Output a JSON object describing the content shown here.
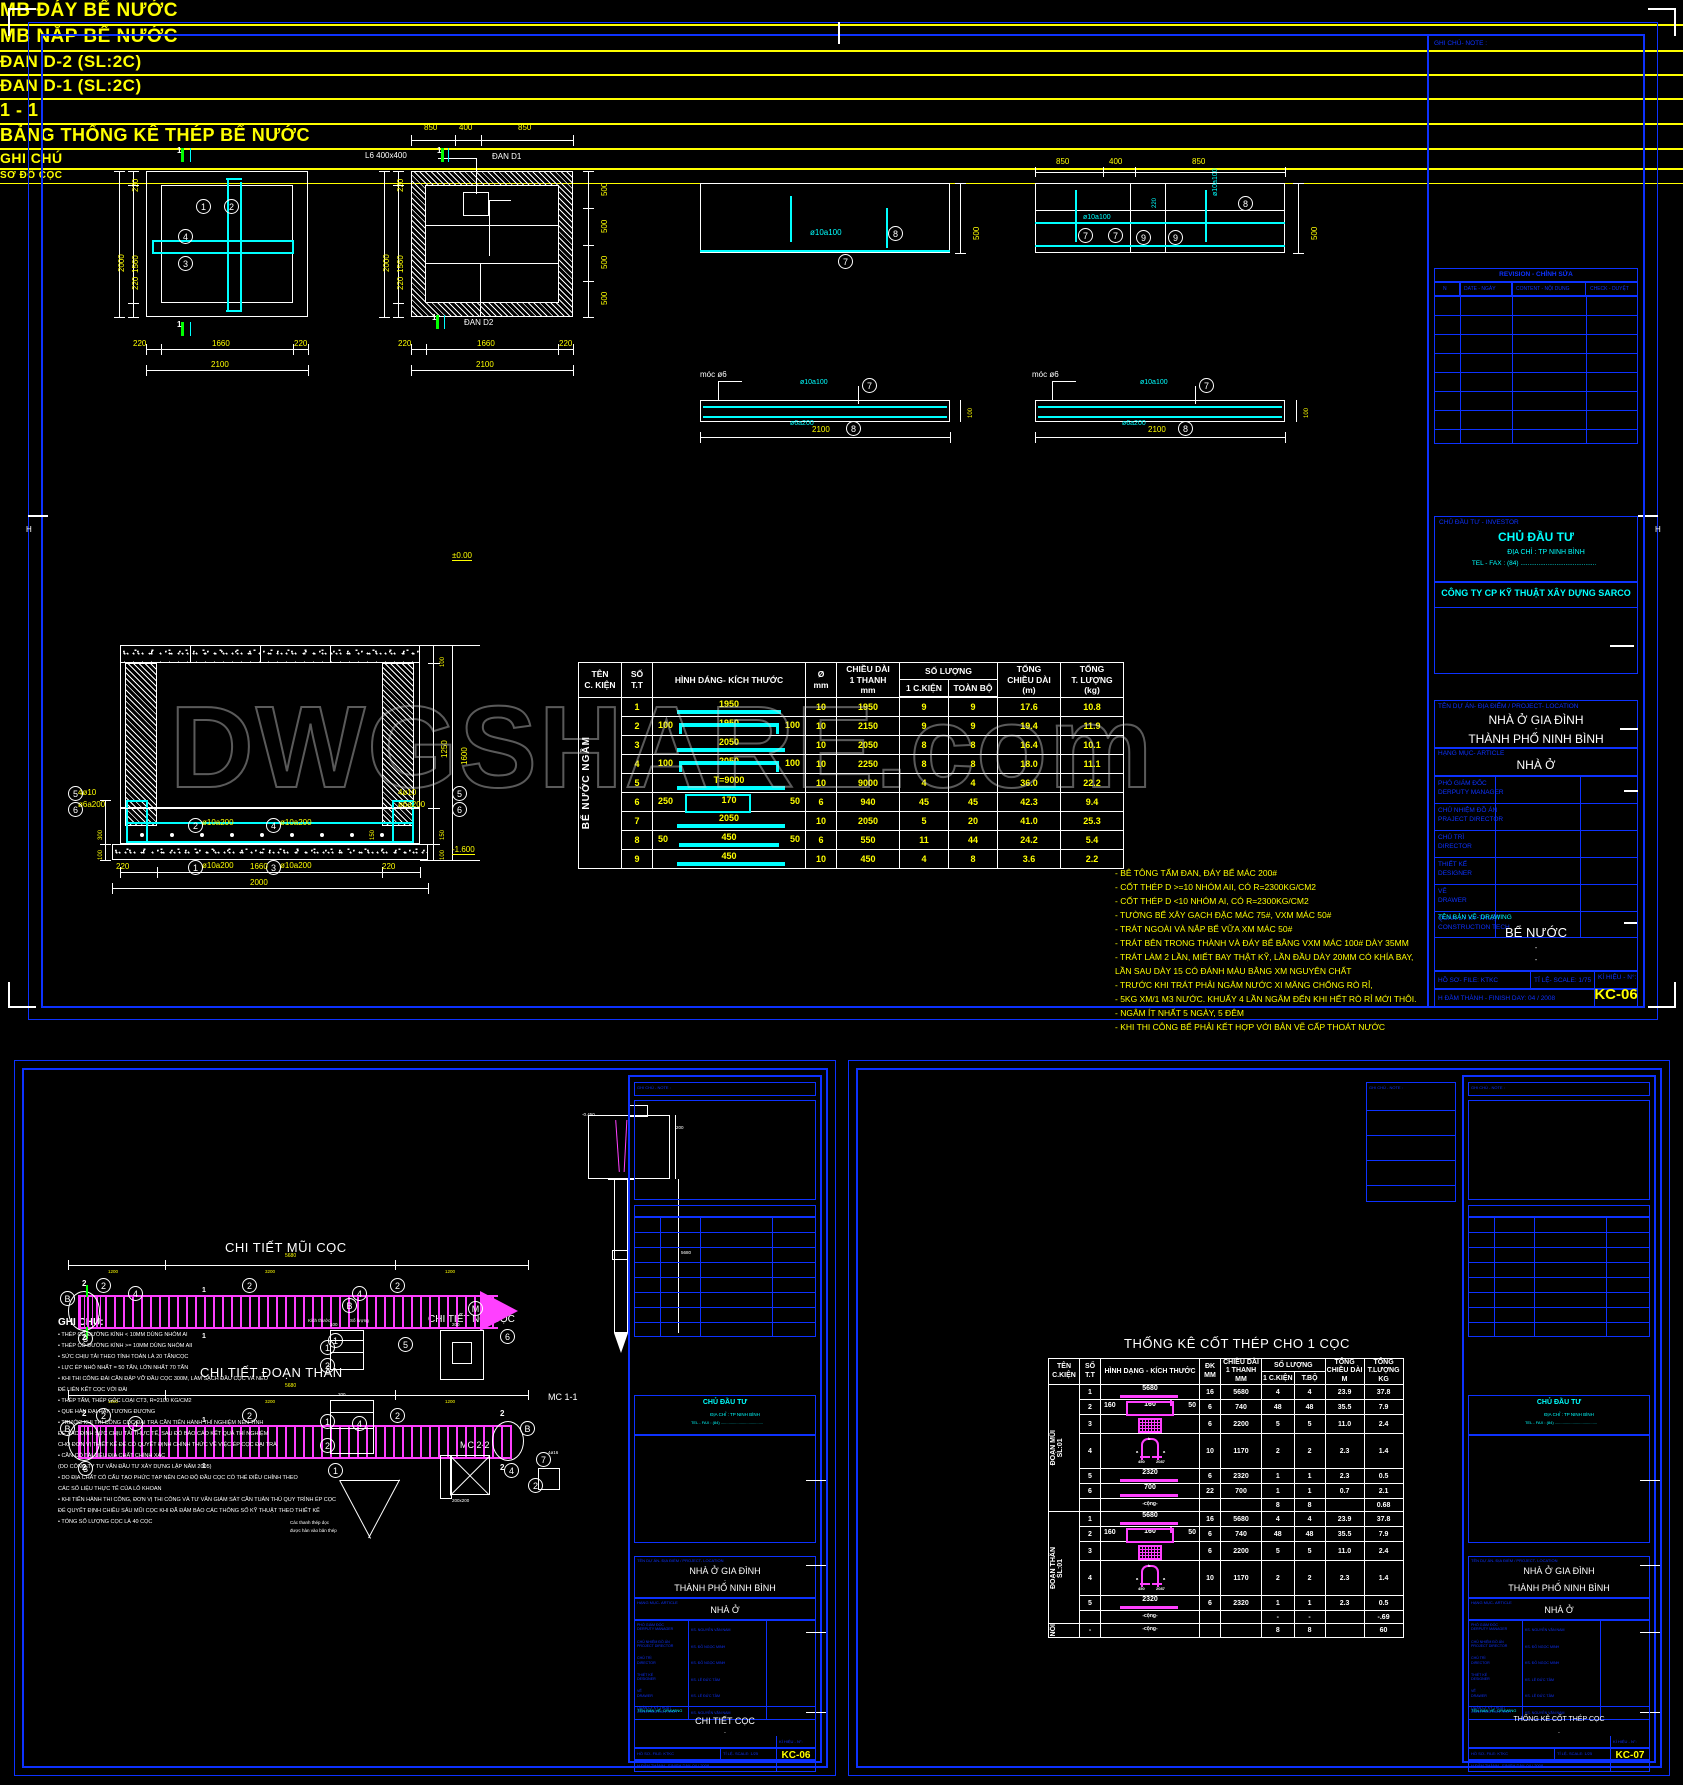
{
  "sheet": {
    "bg_color": "#000000",
    "frame_color": "#0d32ff",
    "accent_yellow": "#ffff00",
    "accent_cyan": "#00ffff",
    "accent_magenta": "#ff40ff",
    "watermark_top": "DWGSHARE",
    "watermark_bottom": ".com",
    "watermark_mid": "DWGSHARE.com"
  },
  "top_sheet": {
    "views": [
      {
        "title": "MB ÐÁY BỂ NƯỚC"
      },
      {
        "title": "MB NẮP BỂ NƯỚC"
      },
      {
        "title": "ÐAN D-2 (SL:2C)"
      },
      {
        "title": "ÐAN D-1 (SL:2C)"
      }
    ],
    "section_title": "1 - 1",
    "plan_dims": {
      "overall": "2100",
      "inner": "1660",
      "edge": "220",
      "height_overall": "2000",
      "height_inner": "1560",
      "top_850_a": "850",
      "top_400": "400",
      "top_850_b": "850",
      "side_500": "500",
      "lid_label": "L6  400x400",
      "dan_d1": "ÐAN D1",
      "dan_d2": "ÐAN D2"
    },
    "panel_dims": {
      "bar_label": "ø10a100",
      "bar_label2": "ø6a200",
      "hook": "móc  ø6",
      "len": "2100",
      "thk": "500",
      "thk2": "100"
    },
    "section_dims": {
      "level_top": "±0.00",
      "level_bot": "-1.600",
      "h_1250": "1250",
      "h_1600": "1600",
      "h_150": "150",
      "h_100": "100",
      "h_300": "300",
      "w_2000": "2000",
      "w_1660": "1660",
      "w_220": "220",
      "rebar_a": "4ø10",
      "rebar_b": "ø6a200",
      "rebar_c": "ø10a200"
    },
    "table": {
      "title": "BẢNG THỐNG KÊ THÉP BỂ NƯỚC",
      "row_group": "BỂ NƯỚC NGẦM",
      "headers": {
        "name": "TÊN\nC. KIỆN",
        "stt": "SỐ\nT.T",
        "shape": "HÌNH DÁNG- KÍCH THƯỚC",
        "dia": "Ø\nmm",
        "len": "CHIỀU DÀI\n1 THANH\nmm",
        "qty": "SỐ LƯỢNG",
        "qty_1": "1 C.KIỆN",
        "qty_all": "TOÀN BỘ",
        "tot_len": "TỔNG\nCHIỀU DÀI\n(m)",
        "tot_w": "TỔNG\nT. LƯỢNG\n(kg)"
      },
      "rows": [
        {
          "stt": "1",
          "shape_main": "1950",
          "shape_l": "",
          "shape_r": "",
          "dia": "10",
          "len": "1950",
          "q1": "9",
          "qa": "9",
          "tl": "17.6",
          "tw": "10.8"
        },
        {
          "stt": "2",
          "shape_main": "1950",
          "shape_l": "100",
          "shape_r": "100",
          "dia": "10",
          "len": "2150",
          "q1": "9",
          "qa": "9",
          "tl": "19.4",
          "tw": "11.9"
        },
        {
          "stt": "3",
          "shape_main": "2050",
          "shape_l": "",
          "shape_r": "",
          "dia": "10",
          "len": "2050",
          "q1": "8",
          "qa": "8",
          "tl": "16.4",
          "tw": "10.1"
        },
        {
          "stt": "4",
          "shape_main": "2050",
          "shape_l": "100",
          "shape_r": "100",
          "dia": "10",
          "len": "2250",
          "q1": "8",
          "qa": "8",
          "tl": "18.0",
          "tw": "11.1"
        },
        {
          "stt": "5",
          "shape_main": "T=9000",
          "shape_l": "",
          "shape_r": "",
          "dia": "10",
          "len": "9000",
          "q1": "4",
          "qa": "4",
          "tl": "36.0",
          "tw": "22.2"
        },
        {
          "stt": "6",
          "shape_main": "170",
          "shape_l": "250",
          "shape_r": "50",
          "dia": "6",
          "len": "940",
          "q1": "45",
          "qa": "45",
          "tl": "42.3",
          "tw": "9.4"
        },
        {
          "stt": "7",
          "shape_main": "2050",
          "shape_l": "",
          "shape_r": "",
          "dia": "10",
          "len": "2050",
          "q1": "5",
          "qa": "20",
          "tl": "41.0",
          "tw": "25.3"
        },
        {
          "stt": "8",
          "shape_main": "450",
          "shape_l": "50",
          "shape_r": "50",
          "dia": "6",
          "len": "550",
          "q1": "11",
          "qa": "44",
          "tl": "24.2",
          "tw": "5.4"
        },
        {
          "stt": "9",
          "shape_main": "450",
          "shape_l": "",
          "shape_r": "",
          "dia": "10",
          "len": "450",
          "q1": "4",
          "qa": "8",
          "tl": "3.6",
          "tw": "2.2"
        }
      ]
    },
    "notes": {
      "title": "GHI CHÚ",
      "lines": [
        "-  BÊ TÔNG TẤM ÐAN, ÐÁY BỂ MÁC 200#",
        "-  CỐT THÉP D >=10 NHÓM AII, CÓ R=2300KG/CM2",
        "-  CỐT THÉP D <10 NHÓM AI, CÓ R=2300KG/CM2",
        "-  TƯỜNG BỂ XÂY GẠCH ÐẶC MÁC 75#, VXM MÁC 50#",
        "-  TRÁT NGOÀI VÀ NẮP BỂ VỮA XM MÁC 50#",
        "-  TRÁT BÊN TRONG THÀNH VÀ ÐÁY BỂ BẰNG VXM MÁC 100# DÀY 35MM",
        "-  TRÁT LÀM 2 LẦN, MIẾT BAY THẬT KỸ, LẦN ÐẦU DÀY 20MM CÓ KHÍA BAY,",
        "   LẦN SAU DÀY 15 CÓ ÐÁNH MÀU BẰNG XM NGUYÊN CHẤT",
        "-  TRƯỚC KHI TRÁT PHẢI NGÂM NƯỚC XI MĂNG CHỐNG RÒ RỈ,",
        "-  5KG XM/1 M3 NƯỚC. KHUẤY 4 LẦN NGÂM ÐẾN KHI HẾT RÒ RỈ MỚI THÔI.",
        "-   NGÂM ÍT NHẤT 5 NGÀY, 5 ÐÊM",
        "- KHI THI CÔNG BỂ PHẢI KẾT HỢP VỚI BẢN VẼ CẤP THOÁT NƯỚC"
      ]
    },
    "title_block": {
      "note_label": "GHI CHÚ- NOTE :",
      "rev_header": "REVISION - CHỈNH SỬA",
      "rev_cols": [
        "N",
        "DATE - NGÀY",
        "CONTENT - NỘI DUNG DUYỆT",
        "CHECK - DUYỆT"
      ],
      "investor_label": "CHỦ ÐẦU TƯ - INVESTOR",
      "investor_name": "CHỦ ÐẦU TƯ",
      "investor_addr": "ÐỊA CHỈ : TP NINH BÌNH",
      "investor_tel": "TEL - FAX : (84) ..........................................",
      "company": "CÔNG TY CP KỸ THUẬT XÂY DỰNG SARCO",
      "project_label": "TÊN DỰ ÁN- ÐỊA ÐIỂM / PROJECT- LOCATION",
      "project_l1": "NHÀ Ở GIA ÐÌNH",
      "project_sep": "-",
      "project_l2": "THÀNH PHỐ NINH BÌNH",
      "article_label": "HẠNG MỤC- ARTICLE",
      "article_value": "NHÀ Ở",
      "roles": [
        "PHÓ GIÁM ÐỐC\nDERPUTY MANAGER",
        "CHỦ NHIỆM ÐỒ ÁN\nPRAJECT DIRECTOR",
        "CHỦ TRÌ\nDIRECTOR",
        "THIẾT KẾ\nDESIGNER",
        "VẼ\nDRAWER",
        "QUẢN LÝ KỸ THUẬT\nCONSTRUCTION TECH"
      ],
      "drawing_label": "TÊN BẢN VẼ- DRAWING",
      "drawing_name": "BỂ NƯỚC",
      "drawing_sep1": "-",
      "drawing_sep2": "-",
      "file_label": "HỒ SƠ- FILE: KTKC",
      "scale_label": "TỈ LỆ- SCALE: 1/75",
      "sym_label": "KÍ HIỆU - N°:",
      "sheet_no": "KC-06",
      "date_label": "H ÐẦM THÀNH - FINISH DAY: 04 / 2008"
    }
  },
  "bottom_left_sheet": {
    "titles": {
      "tip": "CHI  TIẾT  MŨI  CỌC",
      "body": "CHI  TIẾT  ÐOẠN  THÂN",
      "diagram": "SƠ ÐỒ CỌC",
      "joint": "CHI TIẾT NỐI CỌC",
      "mc11": "MC 1-1",
      "mc22": "MC 2-2",
      "notes": "GHI CHÚ:"
    },
    "notes_lines": [
      "• THÉP CÓ ÐƯỜNG KÍNH < 10MM DÙNG NHÓM AI",
      "• THÉP CÓ ÐƯỜNG KÍNH >= 10MM DÙNG NHÓM AII",
      "• SỨC CHỊU TẢI THEO TÍNH TOÁN LÀ 20 TẤN/CỌC",
      "• LỰC ÉP NHỎ NHẤT = 50 TẤN, LỚN NHẤT 70 TẤN",
      "• KHI THI CÔNG ÐÀI CẦN ÐẬP VỠ ÐẦU CỌC 300M, LÀM SẠCH ÐẦU CỌC VÀ NEO",
      "   ÐỂ LIÊN KẾT CỌC VỚI ÐÀI",
      "• THÉP TẤM, THÉP GÓC LOẠI CT3, R=2100 KG/CM2",
      "• QUE HÀN ÐẠI HAY TƯƠNG ÐƯƠNG",
      "• TRƯỚC KHI THI CÔNG CỌC ÐẠI TRÀ CẦN TIẾN HÀNH THÍ NGHIỆM NÉN TĨNH",
      "   ÐỂ XÁC ÐỊNH SỨC CHỊU TẢI THỰC TẾ, SAU ÐÓ BÁO CÁO KẾT QUẢ THÍ NGHIỆM",
      "   CHO ÐƠN VỊ THIẾT KẾ ÐỂ CÓ QUYẾT ÐỊNH CHÍNH THỨC VỀ VIỆC ÉP CỌC ÐẠI TRÀ",
      "• CẦN CÓ TÀI LIỆU ÐỊA CHẤT CHÍNH XÁC",
      "   (DO CÔNG TY TƯ VẤN ÐẦU TƯ XÂY DỰNG LẬP NĂM 2005)",
      "• DO ÐỊA CHẤT CÓ CẤU TẠO PHỨC TẠP NÊN CAO ÐỘ ÐẦU CỌC CÓ THỂ ÐIỀU CHỈNH THEO",
      "   CÁC SỐ LIỆU THỰC TẾ CỦA LỖ KHOAN",
      "• KHI TIẾN HÀNH THI CÔNG, ÐƠN VỊ THI CÔNG VÀ TƯ VẤN GIÁM SÁT CẦN TUÂN THỦ QUY TRÌNH ÉP CỌC",
      "   ÐỂ QUYẾT ÐỊNH CHIỀU SÂU MŨI CỌC KHI ÐÃ ÐẢM BẢO CÁC THÔNG SỐ KỸ THUẬT THEO THIẾT KẾ",
      "• TỔNG SỐ LƯỢNG CỌC LÀ 40 CỌC"
    ],
    "title_block": {
      "investor_name": "CHỦ ÐẦU TƯ",
      "investor_addr": "ÐỊA CHỈ : TP NINH BÌNH",
      "investor_tel": "TEL - FAX : (84) ......................................",
      "project_l1": "NHÀ Ở GIA ÐÌNH",
      "project_l2": "THÀNH PHỐ NINH BÌNH",
      "article_value": "NHÀ Ở",
      "drawing_name": "CHI TIẾT CỌC",
      "sheet_no": "KC-06",
      "roles": [
        [
          "PHÓ GIÁM ÐỐC\nDERPUTY MANAGER",
          "KS. NGUYỄN VĂN NAM"
        ],
        [
          "CHỦ NHIỆM ÐỒ ÁN\nPROJECT DIRECTOR",
          "KS. ÐỖ NGỌC MINH"
        ],
        [
          "CHỦ TRÌ\nDIRECTOR",
          "KS. ÐỖ NGỌC MINH"
        ],
        [
          "THIẾT KẾ\nDESIGNER",
          "KS. LÊ ÐỨC TÂM"
        ],
        [
          "VẼ\nDRAWER",
          "KS. LÊ ÐỨC TÂM"
        ],
        [
          "QUẢN LÝ KỸ THUẬT\nCONSTRUCTION TECH",
          "KS. NGUYỄN VĂN NAM"
        ]
      ]
    }
  },
  "bottom_right_sheet": {
    "table": {
      "title": "THỐNG KÊ CỐT THÉP CHO 1 CỌC",
      "headers": {
        "name": "TÊN\nC.KIỆN",
        "stt": "SỐ\nT.T",
        "shape": "HÌNH DẠNG - KÍCH THƯỚC",
        "dia": "ÐK\nMM",
        "len": "CHIỀU DÀI\n1 THANH\nMM",
        "qty": "SỐ LƯỢNG",
        "qty_1": "1 C.KIỆN",
        "qty_all": "T.BỘ",
        "tot_len": "TỔNG\nCHIỀU DÀI\nM",
        "tot_w": "TỔNG\nT.LƯỢNG\nKG"
      },
      "group1": "ÐOẠN MŨI\nSL:01",
      "group2": "ÐOẠN THÂN\nSL:01",
      "group3": "NỐI",
      "rows_g1": [
        {
          "stt": "1",
          "shape": "5680",
          "l": "",
          "r": "",
          "dia": "16",
          "len": "5680",
          "q1": "4",
          "qa": "4",
          "tl": "23.9",
          "tw": "37.8"
        },
        {
          "stt": "2",
          "shape": "160",
          "l": "160",
          "r": "50",
          "dia": "6",
          "len": "740",
          "q1": "48",
          "qa": "48",
          "tl": "35.5",
          "tw": "7.9"
        },
        {
          "stt": "3",
          "shape": "mesh",
          "l": "",
          "r": "",
          "dia": "6",
          "len": "2200",
          "q1": "5",
          "qa": "5",
          "tl": "11.0",
          "tw": "2.4"
        },
        {
          "stt": "4",
          "shape": "hook",
          "l": "",
          "r": "",
          "dia": "10",
          "len": "1170",
          "q1": "2",
          "qa": "2",
          "tl": "2.3",
          "tw": "1.4"
        },
        {
          "stt": "5",
          "shape": "2320",
          "l": "",
          "r": "",
          "dia": "6",
          "len": "2320",
          "q1": "1",
          "qa": "1",
          "tl": "2.3",
          "tw": "0.5"
        },
        {
          "stt": "6",
          "shape": "700",
          "l": "",
          "r": "",
          "dia": "22",
          "len": "700",
          "q1": "1",
          "qa": "1",
          "tl": "0.7",
          "tw": "2.1"
        },
        {
          "stt": "",
          "shape": "-cộng-",
          "l": "",
          "r": "",
          "dia": "",
          "len": "",
          "q1": "8",
          "qa": "8",
          "tl": "",
          "tw": "0.68"
        }
      ],
      "rows_g2": [
        {
          "stt": "1",
          "shape": "5680",
          "l": "",
          "r": "",
          "dia": "16",
          "len": "5680",
          "q1": "4",
          "qa": "4",
          "tl": "23.9",
          "tw": "37.8"
        },
        {
          "stt": "2",
          "shape": "160",
          "l": "160",
          "r": "50",
          "dia": "6",
          "len": "740",
          "q1": "48",
          "qa": "48",
          "tl": "35.5",
          "tw": "7.9"
        },
        {
          "stt": "3",
          "shape": "mesh",
          "l": "",
          "r": "",
          "dia": "6",
          "len": "2200",
          "q1": "5",
          "qa": "5",
          "tl": "11.0",
          "tw": "2.4"
        },
        {
          "stt": "4",
          "shape": "hook",
          "l": "",
          "r": "",
          "dia": "10",
          "len": "1170",
          "q1": "2",
          "qa": "2",
          "tl": "2.3",
          "tw": "1.4"
        },
        {
          "stt": "5",
          "shape": "2320",
          "l": "",
          "r": "",
          "dia": "6",
          "len": "2320",
          "q1": "1",
          "qa": "1",
          "tl": "2.3",
          "tw": "0.5"
        },
        {
          "stt": "",
          "shape": "-cộng-",
          "l": "",
          "r": "",
          "dia": "",
          "len": "",
          "q1": "-",
          "qa": "-",
          "tl": "",
          "tw": "-.69"
        }
      ],
      "rows_g3": [
        {
          "stt": "-",
          "shape": "-cộng-",
          "l": "",
          "r": "",
          "dia": "",
          "len": "",
          "q1": "8",
          "qa": "8",
          "tl": "",
          "tw": "60"
        }
      ]
    },
    "title_block": {
      "investor_name": "CHỦ ÐẦU TƯ",
      "investor_addr": "ÐỊA CHỈ : TP NINH BÌNH",
      "investor_tel": "TEL - FAX : (84) ......................................",
      "project_l1": "NHÀ Ở GIA ÐÌNH",
      "project_l2": "THÀNH PHỐ NINH BÌNH",
      "article_value": "NHÀ Ở",
      "drawing_name": "THỐNG KÊ CỐT THÉP CỌC",
      "sheet_no": "KC-07",
      "roles": [
        [
          "PHÓ GIÁM ÐỐC\nDERPUTY MANAGER",
          "KS. NGUYỄN VĂN NAM"
        ],
        [
          "CHỦ NHIỆM ÐỒ ÁN\nPROJECT DIRECTOR",
          "KS. ÐỖ NGỌC MINH"
        ],
        [
          "CHỦ TRÌ\nDIRECTOR",
          "KS. ÐỖ NGỌC MINH"
        ],
        [
          "THIẾT KẾ\nDESIGNER",
          "KS. LÊ ÐỨC TÂM"
        ],
        [
          "VẼ\nDRAWER",
          "KS. LÊ ÐỨC TÂM"
        ],
        [
          "QUẢN LÝ KỸ THUẬT\nCONSTRUCTION TECH",
          "KS. NGUYỄN VĂN NAM"
        ]
      ]
    }
  }
}
